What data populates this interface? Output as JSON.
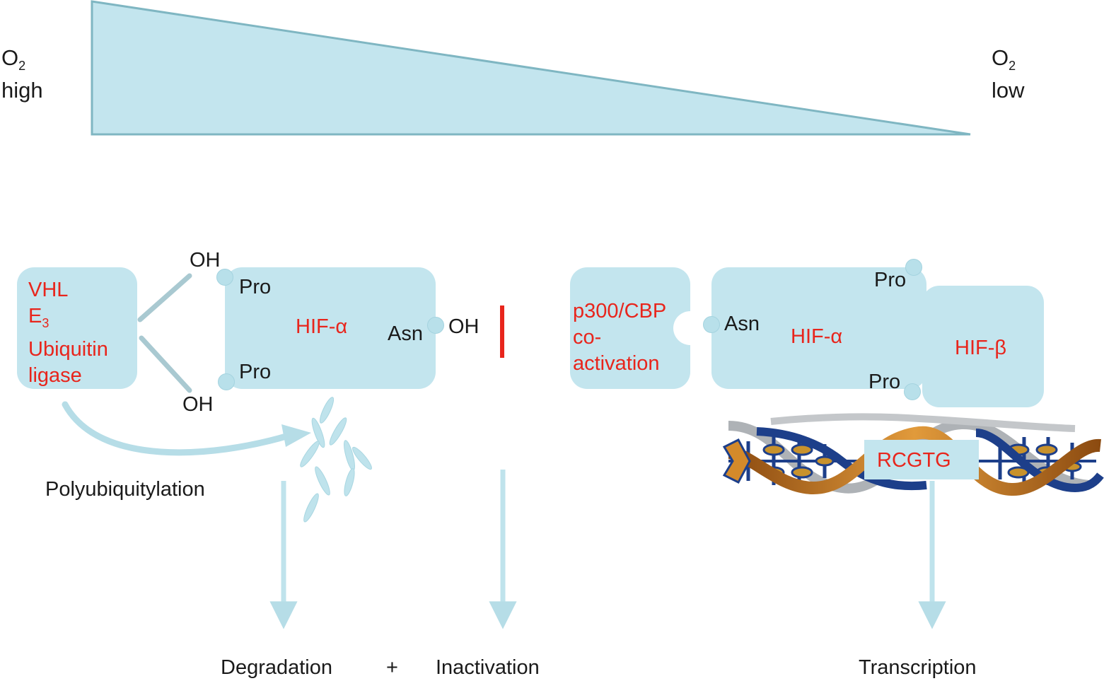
{
  "gradient": {
    "left": {
      "o": "O",
      "sub": "2",
      "word": "high"
    },
    "right": {
      "o": "O",
      "sub": "2",
      "word": "low"
    }
  },
  "left_panel": {
    "vhl": {
      "l1": "VHL",
      "l2_main": "E",
      "l2_sub": "3",
      "l3": "Ubiquitin",
      "l4": "ligase"
    },
    "oh_top": "OH",
    "oh_bottom": "OH",
    "pro_top": "Pro",
    "pro_bottom": "Pro",
    "hif_alpha": "HIF-α",
    "asn": "Asn",
    "oh_asn": "OH",
    "polyubiquitylation": "Polyubiquitylation"
  },
  "right_panel": {
    "p300": {
      "l1": "p300/CBP",
      "l2": "co-",
      "l3": "activation"
    },
    "asn": "Asn",
    "hif_alpha": "HIF-α",
    "pro_top": "Pro",
    "pro_bottom": "Pro",
    "hif_beta": "HIF-β",
    "motif": "RCGTG"
  },
  "outcomes": {
    "degradation": "Degradation",
    "plus": "+",
    "inactivation": "Inactivation",
    "transcription": "Transcription"
  },
  "colors": {
    "box_fill": "#c3e5ee",
    "label_red": "#e8251c",
    "text_dark": "#1a1a1a",
    "dna_blue": "#1d3f8a",
    "dna_orange": "#c9781b"
  }
}
